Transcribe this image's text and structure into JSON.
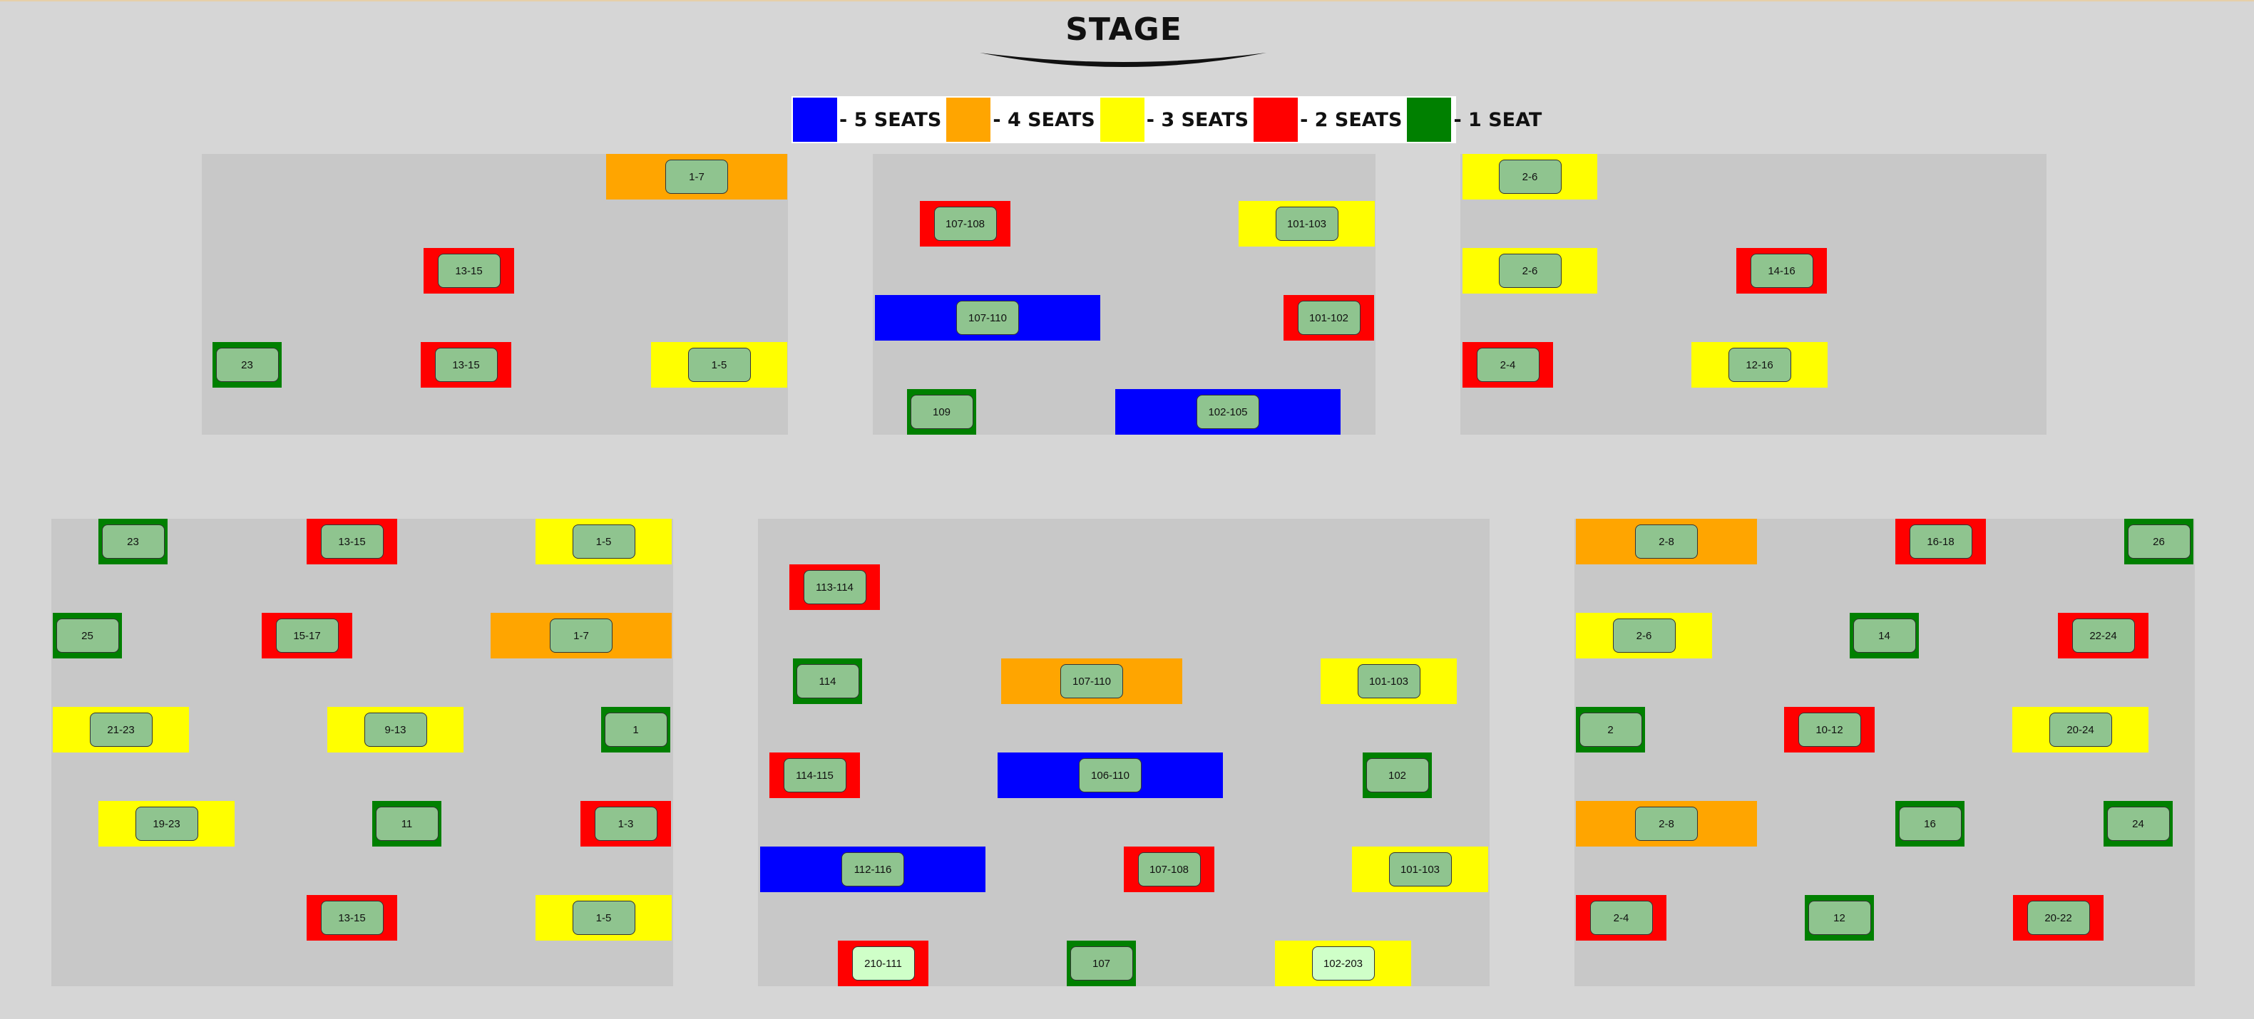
{
  "stage": {
    "title": "STAGE"
  },
  "legend": [
    {
      "color": "#0000ff",
      "label": "- 5 SEATS"
    },
    {
      "color": "#ffa500",
      "label": "- 4 SEATS"
    },
    {
      "color": "#ffff00",
      "label": "- 3 SEATS"
    },
    {
      "color": "#ff0000",
      "label": "- 2 SEATS"
    },
    {
      "color": "#008000",
      "label": "- 1 SEAT"
    }
  ],
  "sections": {
    "top_left": [
      {
        "label": "1-7",
        "seats": 4
      },
      {
        "label": "13-15",
        "seats": 2
      },
      {
        "label": "23",
        "seats": 1
      },
      {
        "label": "13-15",
        "seats": 2
      },
      {
        "label": "1-5",
        "seats": 3
      }
    ],
    "top_center": [
      {
        "label": "107-108",
        "seats": 2
      },
      {
        "label": "101-103",
        "seats": 3
      },
      {
        "label": "107-110",
        "seats": 5
      },
      {
        "label": "101-102",
        "seats": 2
      },
      {
        "label": "109",
        "seats": 1
      },
      {
        "label": "102-105",
        "seats": 5
      }
    ],
    "top_right": [
      {
        "label": "2-6",
        "seats": 3
      },
      {
        "label": "2-6",
        "seats": 3
      },
      {
        "label": "14-16",
        "seats": 2
      },
      {
        "label": "2-4",
        "seats": 2
      },
      {
        "label": "12-16",
        "seats": 3
      }
    ],
    "bottom_left": [
      {
        "label": "23",
        "seats": 1
      },
      {
        "label": "13-15",
        "seats": 2
      },
      {
        "label": "1-5",
        "seats": 3
      },
      {
        "label": "25",
        "seats": 1
      },
      {
        "label": "15-17",
        "seats": 2
      },
      {
        "label": "1-7",
        "seats": 4
      },
      {
        "label": "21-23",
        "seats": 3
      },
      {
        "label": "9-13",
        "seats": 3
      },
      {
        "label": "1",
        "seats": 1
      },
      {
        "label": "19-23",
        "seats": 3
      },
      {
        "label": "11",
        "seats": 1
      },
      {
        "label": "1-3",
        "seats": 2
      },
      {
        "label": "13-15",
        "seats": 2
      },
      {
        "label": "1-5",
        "seats": 3
      }
    ],
    "bottom_center": [
      {
        "label": "113-114",
        "seats": 2
      },
      {
        "label": "114",
        "seats": 1
      },
      {
        "label": "107-110",
        "seats": 4
      },
      {
        "label": "101-103",
        "seats": 3
      },
      {
        "label": "114-115",
        "seats": 2
      },
      {
        "label": "106-110",
        "seats": 5
      },
      {
        "label": "102",
        "seats": 1
      },
      {
        "label": "112-116",
        "seats": 5
      },
      {
        "label": "107-108",
        "seats": 2
      },
      {
        "label": "101-103",
        "seats": 3
      },
      {
        "label": "210-111",
        "seats": 2
      },
      {
        "label": "107",
        "seats": 1
      },
      {
        "label": "102-203",
        "seats": 3
      }
    ],
    "bottom_right": [
      {
        "label": "2-8",
        "seats": 4
      },
      {
        "label": "16-18",
        "seats": 2
      },
      {
        "label": "26",
        "seats": 1
      },
      {
        "label": "2-6",
        "seats": 3
      },
      {
        "label": "14",
        "seats": 1
      },
      {
        "label": "22-24",
        "seats": 2
      },
      {
        "label": "2",
        "seats": 1
      },
      {
        "label": "10-12",
        "seats": 2
      },
      {
        "label": "20-24",
        "seats": 3
      },
      {
        "label": "2-8",
        "seats": 4
      },
      {
        "label": "16",
        "seats": 1
      },
      {
        "label": "24",
        "seats": 1
      },
      {
        "label": "2-4",
        "seats": 2
      },
      {
        "label": "12",
        "seats": 1
      },
      {
        "label": "20-22",
        "seats": 2
      }
    ]
  }
}
